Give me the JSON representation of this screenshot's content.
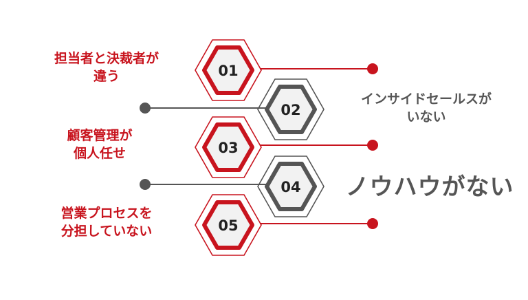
{
  "colors": {
    "accent": "#c8141e",
    "neutral": "#555555",
    "hex_fill": "#f2f2f2"
  },
  "steps": [
    {
      "number": "01",
      "side": "left",
      "style": "red",
      "lines": [
        "担当者と決裁者が",
        "違う"
      ]
    },
    {
      "number": "02",
      "side": "right",
      "style": "gray",
      "lines": [
        "インサイドセールスが",
        "いない"
      ]
    },
    {
      "number": "03",
      "side": "left",
      "style": "red",
      "lines": [
        "顧客管理が",
        "個人任せ"
      ]
    },
    {
      "number": "04",
      "side": "right",
      "style": "gray",
      "lines": [
        "ノウハウがない"
      ]
    },
    {
      "number": "05",
      "side": "left",
      "style": "red",
      "lines": [
        "営業プロセスを",
        "分担していない"
      ]
    }
  ]
}
